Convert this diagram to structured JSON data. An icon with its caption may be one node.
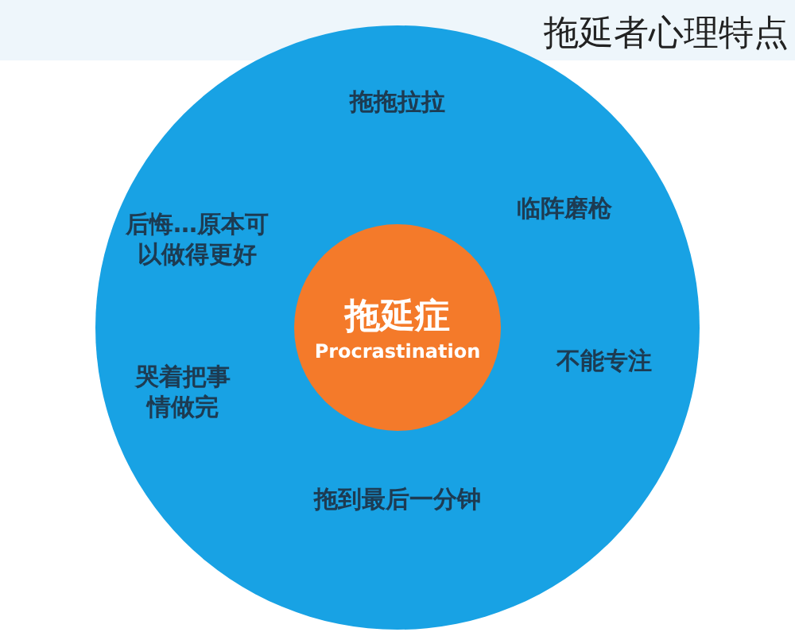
{
  "diagram": {
    "title": "拖延者心理特点",
    "nodes": [
      {
        "text": [],
        "shape": "circle"
      },
      {
        "text": [
          "拖延症",
          "Procrastination"
        ],
        "in": 0
      }
    ],
    "labels": [
      "拖拖拉拉",
      "后悔…原本可以做得更好",
      "临阵磨枪",
      "哭着把事情做完",
      "不能专注",
      "拖到最后一分钟"
    ]
  }
}
